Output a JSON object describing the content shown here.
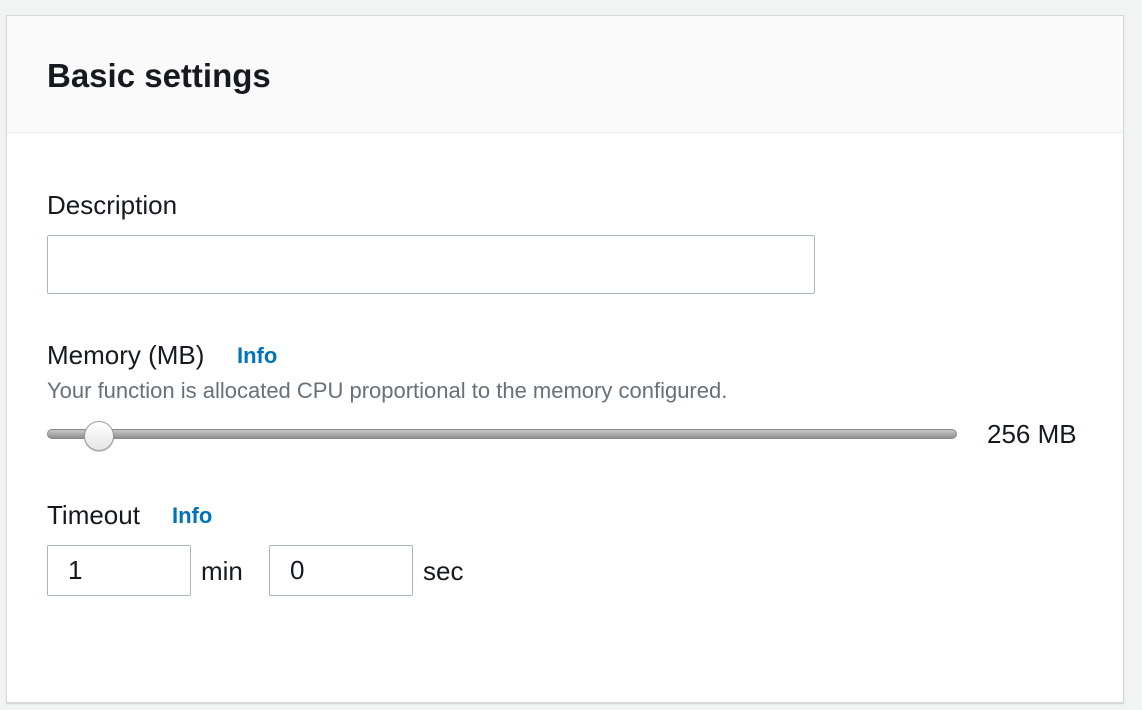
{
  "panel": {
    "title": "Basic settings"
  },
  "description": {
    "label": "Description",
    "value": "",
    "placeholder": ""
  },
  "memory": {
    "label": "Memory (MB)",
    "info_label": "Info",
    "hint": "Your function is allocated CPU proportional to the memory configured.",
    "value_text": "256 MB",
    "value_mb": 256
  },
  "timeout": {
    "label": "Timeout",
    "info_label": "Info",
    "minutes_value": "1",
    "minutes_unit": "min",
    "seconds_value": "0",
    "seconds_unit": "sec"
  },
  "colors": {
    "link": "#0073bb",
    "header_background": "#fafafa",
    "input_border": "#aab7b8"
  }
}
